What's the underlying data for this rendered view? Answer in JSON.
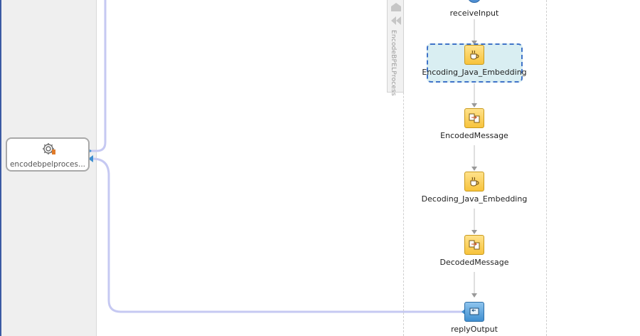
{
  "partner_link": {
    "label": "encodebpelproces...",
    "icon": "gear-icon"
  },
  "scope": {
    "label": "EncodeBPELProcess"
  },
  "activities": [
    {
      "label": "receiveInput",
      "icon": "receive-icon"
    },
    {
      "label": "Encoding_Java_Embedding",
      "icon": "java-coffee-icon",
      "selected": true
    },
    {
      "label": "EncodedMessage",
      "icon": "assign-icon"
    },
    {
      "label": "Decoding_Java_Embedding",
      "icon": "java-coffee-icon"
    },
    {
      "label": "DecodedMessage",
      "icon": "assign-icon"
    },
    {
      "label": "replyOutput",
      "icon": "reply-icon"
    }
  ],
  "colors": {
    "wire": "#c6c9f2",
    "selection_fill": "#d9eef2",
    "selection_border": "#3f73c8",
    "activity_yellow": "#f7c33c",
    "activity_blue": "#3f8fd0"
  }
}
